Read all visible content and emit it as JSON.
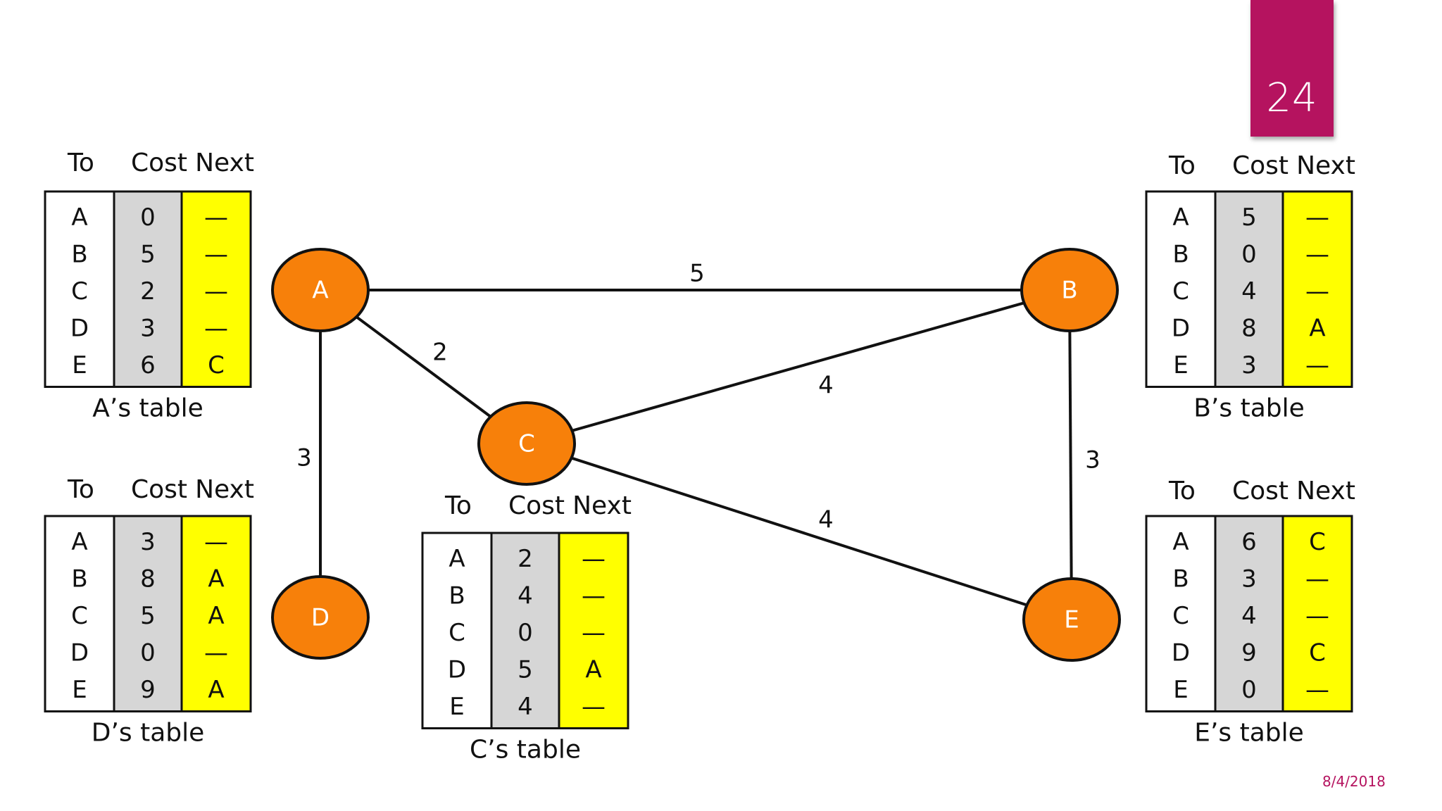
{
  "slide_number": "24",
  "date": "8/4/2018",
  "colors": {
    "accent": "#b5135f",
    "node_fill": "#f7800a",
    "cost_column": "#d6d6d6",
    "next_column": "#ffff00",
    "line": "#111111"
  },
  "column_headers": {
    "to": "To",
    "cost": "Cost",
    "next": "Next"
  },
  "nodes": [
    {
      "id": "A",
      "label": "A"
    },
    {
      "id": "B",
      "label": "B"
    },
    {
      "id": "C",
      "label": "C"
    },
    {
      "id": "D",
      "label": "D"
    },
    {
      "id": "E",
      "label": "E"
    }
  ],
  "links": [
    {
      "from": "A",
      "to": "B",
      "cost": "5"
    },
    {
      "from": "A",
      "to": "C",
      "cost": "2"
    },
    {
      "from": "A",
      "to": "D",
      "cost": "3"
    },
    {
      "from": "C",
      "to": "B",
      "cost": "4"
    },
    {
      "from": "C",
      "to": "E",
      "cost": "4"
    },
    {
      "from": "B",
      "to": "E",
      "cost": "3"
    }
  ],
  "tables": [
    {
      "id": "A",
      "caption": "A’s table",
      "rows": [
        [
          "A",
          "0",
          "—"
        ],
        [
          "B",
          "5",
          "—"
        ],
        [
          "C",
          "2",
          "—"
        ],
        [
          "D",
          "3",
          "—"
        ],
        [
          "E",
          "6",
          "C"
        ]
      ]
    },
    {
      "id": "B",
      "caption": "B’s table",
      "rows": [
        [
          "A",
          "5",
          "—"
        ],
        [
          "B",
          "0",
          "—"
        ],
        [
          "C",
          "4",
          "—"
        ],
        [
          "D",
          "8",
          "A"
        ],
        [
          "E",
          "3",
          "—"
        ]
      ]
    },
    {
      "id": "C",
      "caption": "C’s table",
      "rows": [
        [
          "A",
          "2",
          "—"
        ],
        [
          "B",
          "4",
          "—"
        ],
        [
          "C",
          "0",
          "—"
        ],
        [
          "D",
          "5",
          "A"
        ],
        [
          "E",
          "4",
          "—"
        ]
      ]
    },
    {
      "id": "D",
      "caption": "D’s table",
      "rows": [
        [
          "A",
          "3",
          "—"
        ],
        [
          "B",
          "8",
          "A"
        ],
        [
          "C",
          "5",
          "A"
        ],
        [
          "D",
          "0",
          "—"
        ],
        [
          "E",
          "9",
          "A"
        ]
      ]
    },
    {
      "id": "E",
      "caption": "E’s table",
      "rows": [
        [
          "A",
          "6",
          "C"
        ],
        [
          "B",
          "3",
          "—"
        ],
        [
          "C",
          "4",
          "—"
        ],
        [
          "D",
          "9",
          "C"
        ],
        [
          "E",
          "0",
          "—"
        ]
      ]
    }
  ]
}
